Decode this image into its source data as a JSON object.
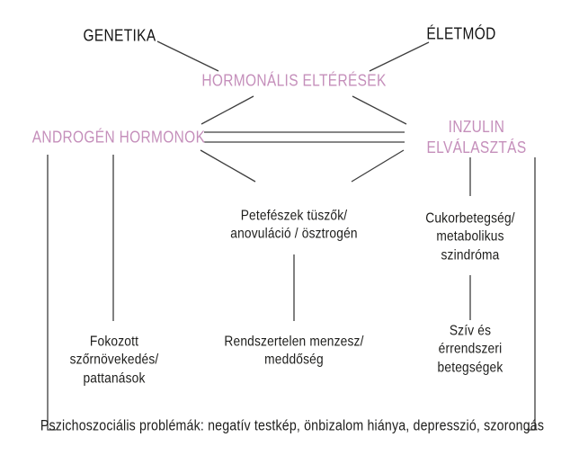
{
  "palette": {
    "accent_pink": "#c58fbb",
    "text_black": "#1d1d1b",
    "line_gray": "#3d3d3d",
    "background": "#ffffff"
  },
  "diagram": {
    "title_implicit": "PCOS cause and effect diagram (Hungarian)",
    "nodes": {
      "genetika": "GENETIKA",
      "eletmod": "ÉLETMÓD",
      "hormonalis": "HORMONÁLIS ELTÉRÉSEK",
      "androgen": "ANDROGÉN HORMONOK",
      "inzulin": "INZULIN ELVÁLASZTÁS",
      "petefeszek": "Petefészek tüszők/\nanovuláció / ösztrogén",
      "cukorbetegseg": "Cukorbetegség/\nmetabolikus\nszindróma",
      "fokozott": "Fokozott\nszőrnövekedés/\npattanások",
      "rendszertelen": "Rendszertelen menzesz/\nmeddőség",
      "sziv": "Szív és érrendszeri\nbetegségek",
      "pszicho": "Pszichoszociális problémák: negatív testkép, önbizalom hiánya, depresszió, szorongás"
    }
  }
}
